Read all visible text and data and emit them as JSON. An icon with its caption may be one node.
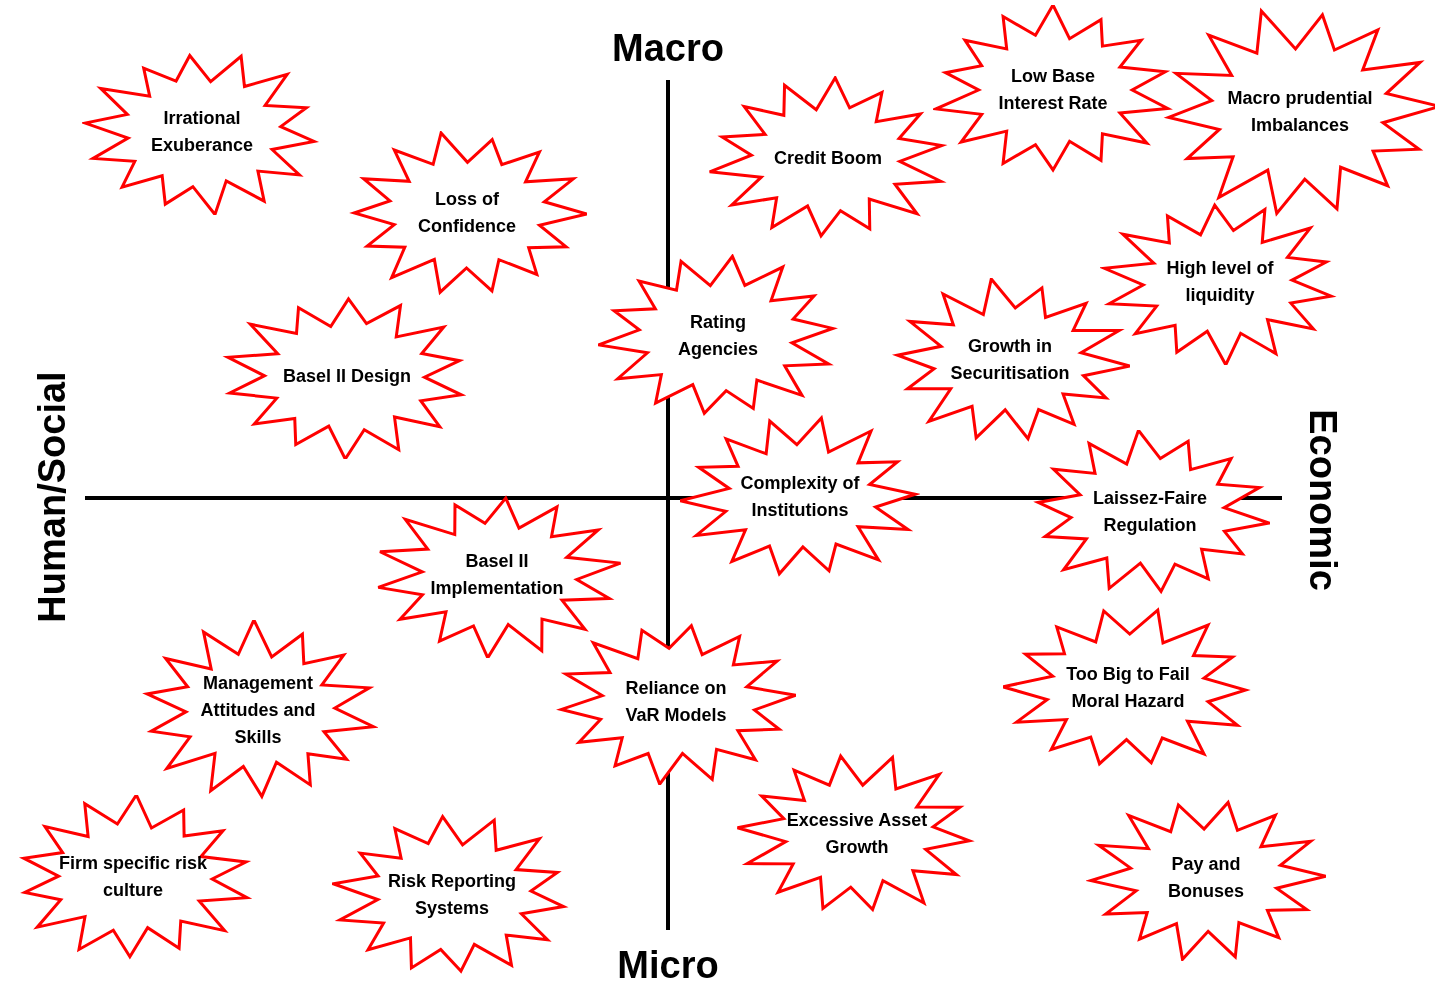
{
  "diagram": {
    "nodes": [
      {
        "text": [
          "Low  Base Interest Rate"
        ]
      },
      {
        "text": [
          "Macro prudential Imbalances"
        ]
      },
      {
        "text": [
          "Irrational Exuberance"
        ]
      },
      {
        "text": [
          "Credit Boom"
        ]
      },
      {
        "text": [
          "Loss of Confidence"
        ]
      },
      {
        "text": [
          "High level of liquidity"
        ]
      },
      {
        "text": [
          "Rating Agencies"
        ]
      },
      {
        "text": [
          "Growth in Securitisation"
        ]
      },
      {
        "text": [
          "Basel II Design"
        ]
      },
      {
        "text": [
          "Complexity of Institutions"
        ]
      },
      {
        "text": [
          "Laissez-Faire Regulation"
        ]
      },
      {
        "text": [
          "Basel II Implementation"
        ]
      },
      {
        "text": [
          "Too Big to Fail Moral Hazard"
        ]
      },
      {
        "text": [
          "Management Attitudes and Skills"
        ]
      },
      {
        "text": [
          "Reliance on VaR Models"
        ]
      },
      {
        "text": [
          "Excessive Asset Growth"
        ]
      },
      {
        "text": [
          "Firm specific risk culture"
        ]
      },
      {
        "text": [
          "Pay and Bonuses"
        ]
      },
      {
        "text": [
          "Risk Reporting Systems"
        ]
      }
    ],
    "labels": [
      "Macro",
      "Human/Social",
      "Economic",
      "Micro"
    ]
  }
}
